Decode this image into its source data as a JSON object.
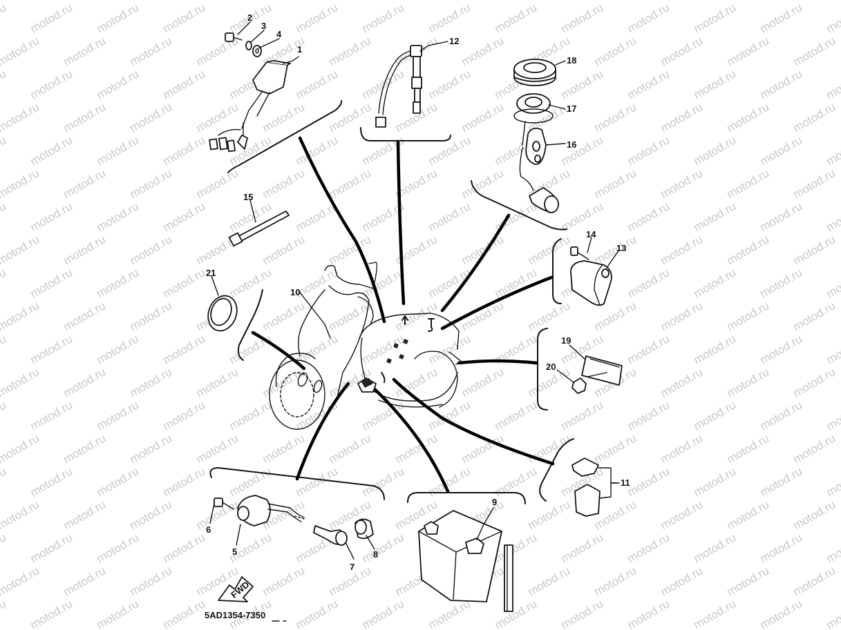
{
  "watermark": "motod.ru",
  "diagram_code": "5AD1354-7350",
  "fwd_label": "FWD",
  "callouts": [
    "1",
    "2",
    "3",
    "4",
    "5",
    "6",
    "7",
    "8",
    "9",
    "10",
    "11",
    "12",
    "13",
    "14",
    "15",
    "16",
    "17",
    "18",
    "19",
    "20",
    "21"
  ]
}
